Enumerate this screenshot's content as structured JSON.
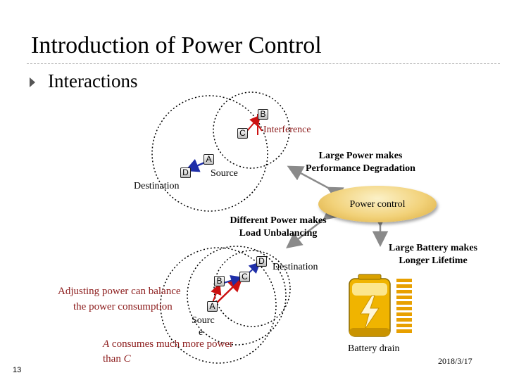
{
  "slide": {
    "title": "Introduction of Power Control",
    "bullet": "Interactions",
    "page_number": "13",
    "date": "2018/3/17"
  },
  "top_scenario": {
    "nodes": {
      "a": "A",
      "b": "B",
      "c": "C",
      "d": "D"
    },
    "labels": {
      "interference": "Interference",
      "source": "Source",
      "destination": "Destination"
    }
  },
  "center": {
    "power_control": "Power control",
    "large_power_line1": "Large Power makes",
    "large_power_line2": "Performance Degradation",
    "different_power_line1": "Different Power makes",
    "different_power_line2": "Load Unbalancing",
    "battery_line1": "Large Battery makes",
    "battery_line2": "Longer Lifetime",
    "battery_drain": "Battery drain"
  },
  "bottom_scenario": {
    "nodes": {
      "a": "A",
      "b": "B",
      "c": "C",
      "d": "D"
    },
    "labels": {
      "destination": "Destination",
      "source_line1": "Sourc",
      "source_line2": "e",
      "adjusting_line1": "Adjusting power can balance",
      "adjusting_line2": "the power consumption",
      "consumes_line1_a": "A",
      "consumes_line1_rest": " consumes much more power",
      "consumes_line2_pre": "than ",
      "consumes_line2_c": "C"
    }
  },
  "colors": {
    "link_blue": "#1f2fa8",
    "link_red": "#cc1111",
    "label_red": "#8b1a1a",
    "ellipse_gold": "#f2d27a",
    "battery_gold": "#f0b400",
    "battery_bars": "#e8a000"
  }
}
